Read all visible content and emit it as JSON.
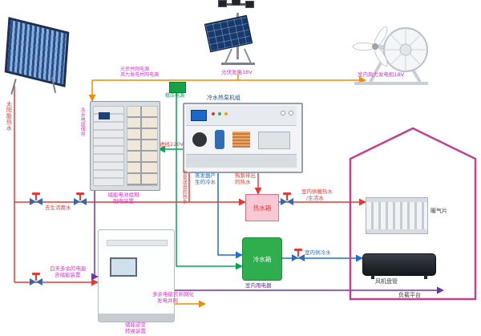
{
  "colors": {
    "power": "#f08c00",
    "hot": "#e53935",
    "cold": "#1e6fd0",
    "signal": "#00a651",
    "load": "#7030a0",
    "house": "#c2408f",
    "magenta": "#e030d0"
  },
  "labels": {
    "solar_hot_water": "太阳能热水",
    "pv_grid_source": "光伏并网电源",
    "wind_grid_source": "风力发电并网电源",
    "pv_power": "光伏发电18V",
    "wind_power": "室内风力发电机18V",
    "regulator": "稳压电源",
    "heat_pump_unit": "冷水热泵机组",
    "incoming_220v": "进线220V",
    "evaporator_cold": "蒸发器产生的冷水",
    "heatpump_hot": "热泵排出的热水",
    "pump_hot": "水泵送出的热水",
    "hot_tank": "热水箱",
    "cold_tank": "冷水箱",
    "to_domestic_water": "去生活用水",
    "excess_energy_store": "多余电能储存",
    "battery_caption_1": "储能电池组和",
    "battery_caption_2": "配电装置",
    "daytime_1": "白天多余的电能",
    "daytime_2": "去储能装置",
    "inverter_caption_1": "储能逆变",
    "inverter_caption_2": "转换装置",
    "grid_caption_1": "多余电能去并网化",
    "grid_caption_2": "发电并网",
    "indoor_appliances": "室内用电器",
    "indoor_cold_water": "室内供冷水",
    "indoor_heat_1": "室内供暖热水",
    "indoor_heat_2": "/生活水",
    "radiator": "暖气片",
    "fan_coil": "风机盘管",
    "load_platform": "负载平台"
  }
}
